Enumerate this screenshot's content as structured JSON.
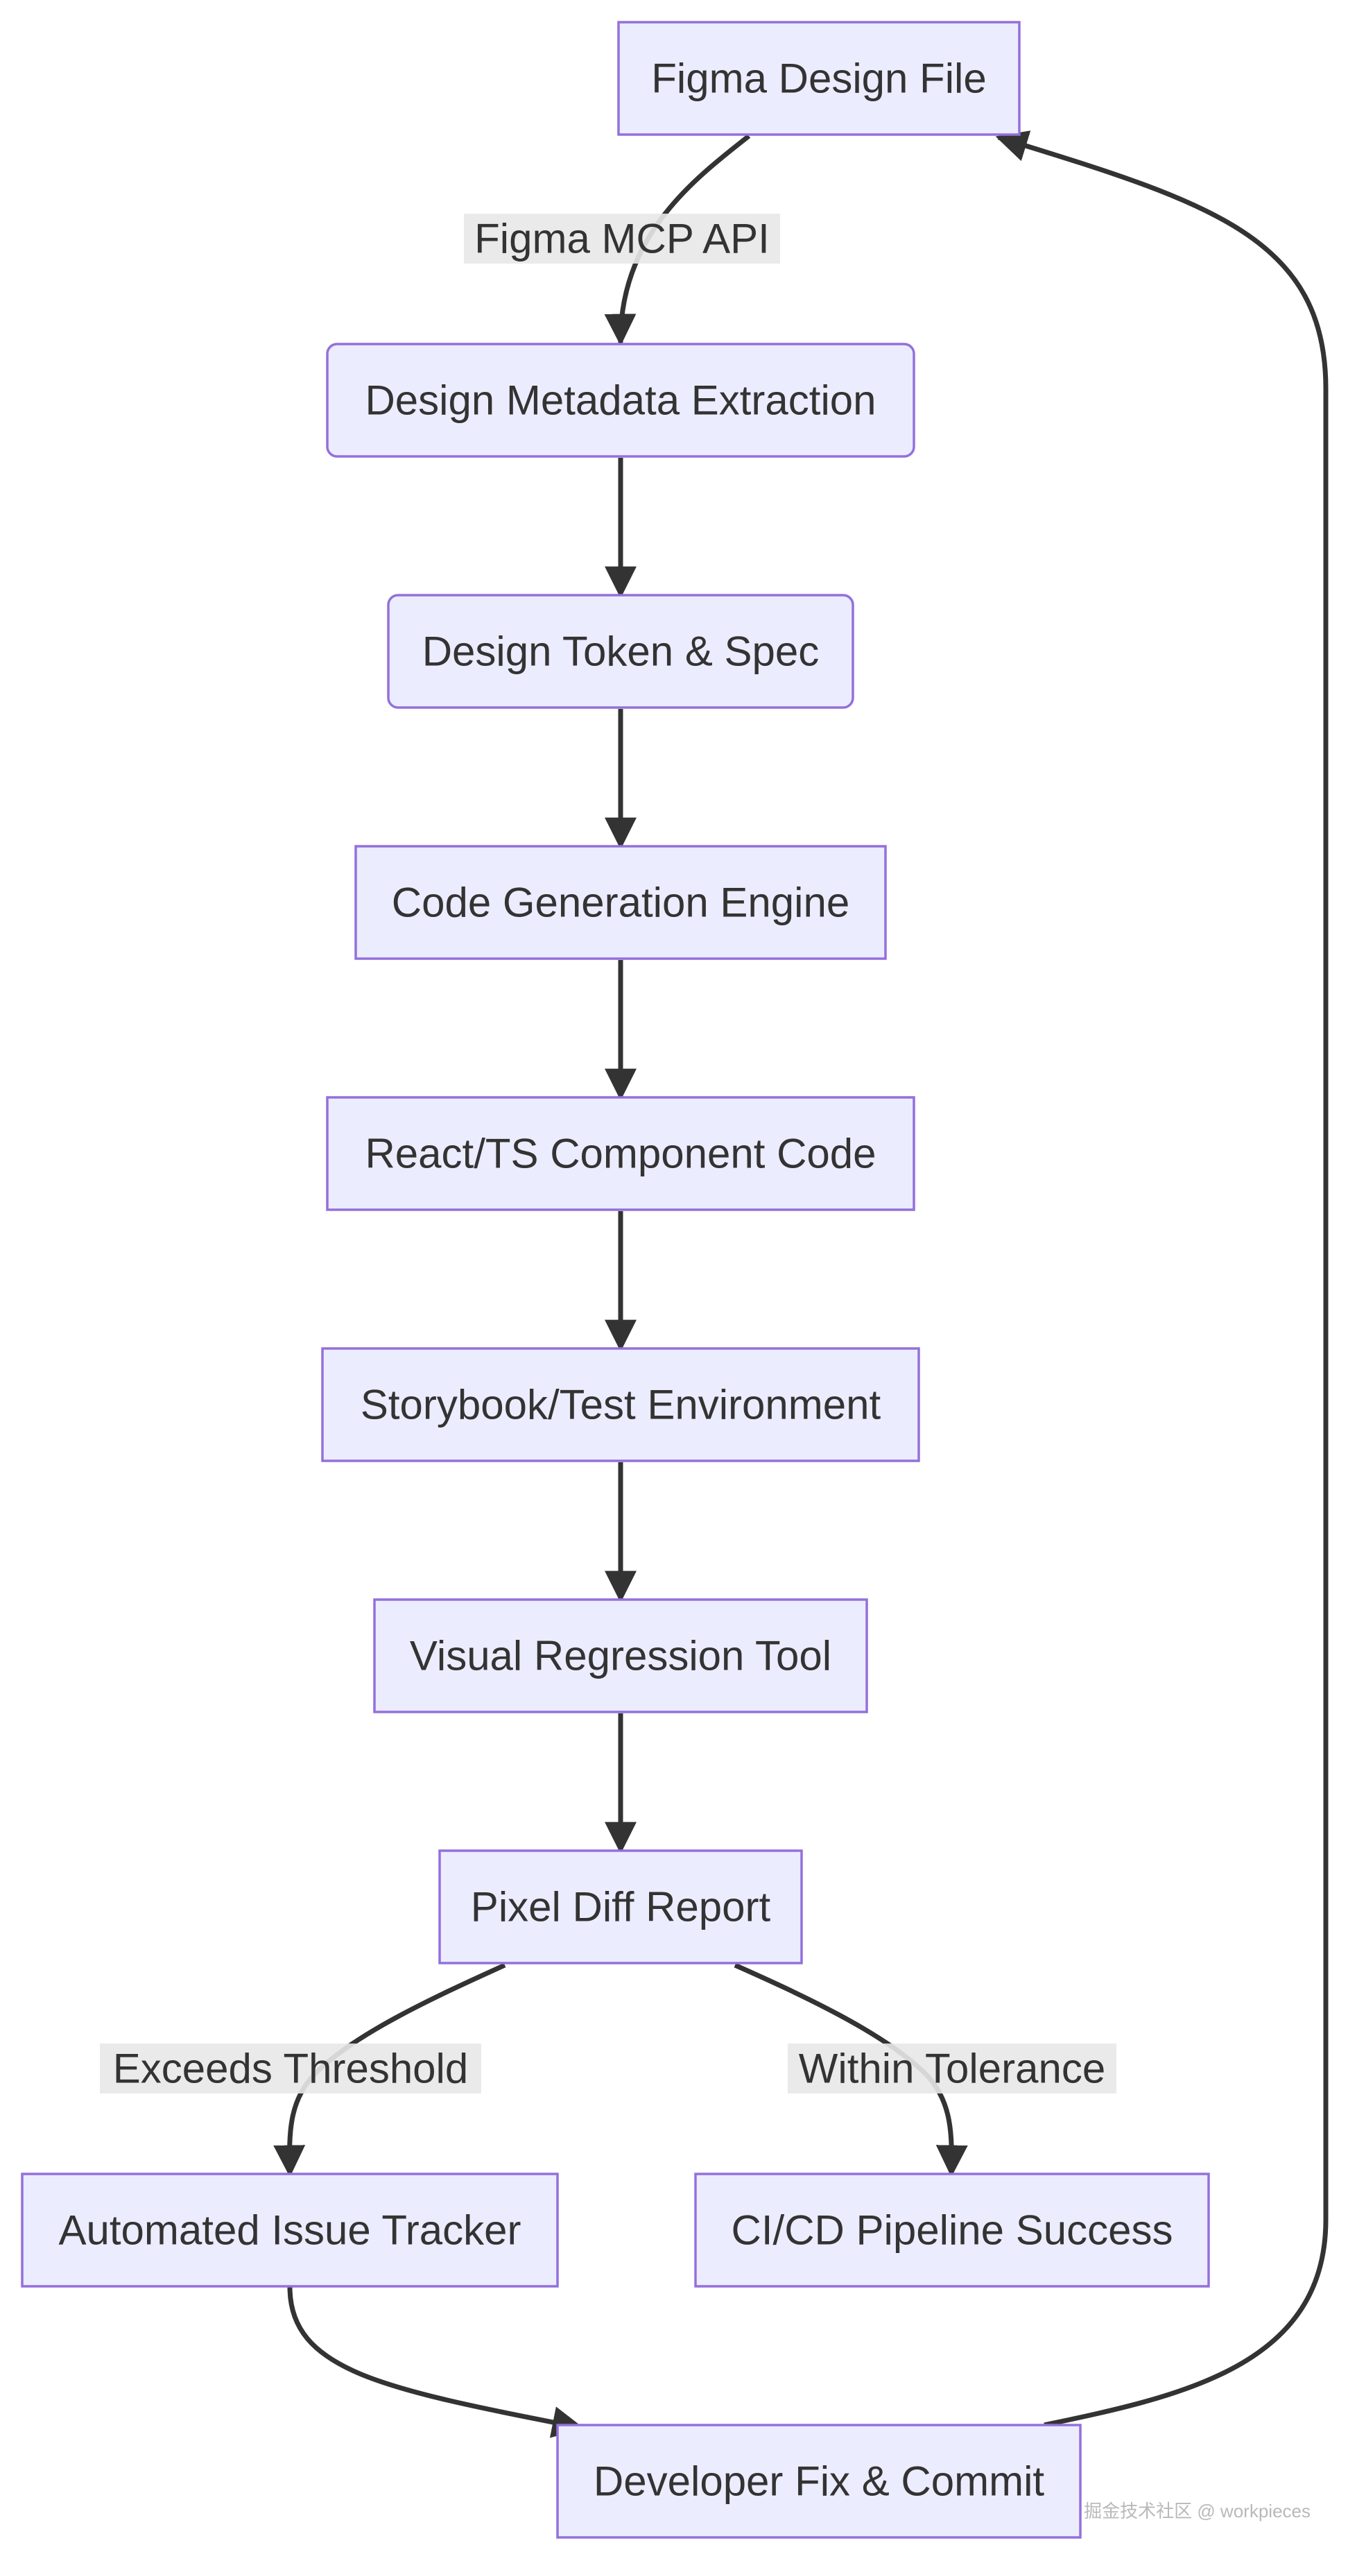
{
  "nodes": {
    "figma_design_file": {
      "label": "Figma Design File",
      "shape": "rect"
    },
    "design_metadata_extraction": {
      "label": "Design Metadata Extraction",
      "shape": "rounded"
    },
    "design_token_spec": {
      "label": "Design Token & Spec",
      "shape": "rounded"
    },
    "code_generation_engine": {
      "label": "Code Generation Engine",
      "shape": "rect"
    },
    "react_ts_component_code": {
      "label": "React/TS Component Code",
      "shape": "rect"
    },
    "storybook_test_environment": {
      "label": "Storybook/Test Environment",
      "shape": "rect"
    },
    "visual_regression_tool": {
      "label": "Visual Regression Tool",
      "shape": "rect"
    },
    "pixel_diff_report": {
      "label": "Pixel Diff Report",
      "shape": "rect"
    },
    "automated_issue_tracker": {
      "label": "Automated Issue Tracker",
      "shape": "rect"
    },
    "ci_cd_pipeline_success": {
      "label": "CI/CD Pipeline Success",
      "shape": "rect"
    },
    "developer_fix_commit": {
      "label": "Developer Fix & Commit",
      "shape": "rect"
    }
  },
  "edges": [
    {
      "from": "figma_design_file",
      "to": "design_metadata_extraction",
      "label": "Figma MCP API"
    },
    {
      "from": "design_metadata_extraction",
      "to": "design_token_spec",
      "label": ""
    },
    {
      "from": "design_token_spec",
      "to": "code_generation_engine",
      "label": ""
    },
    {
      "from": "code_generation_engine",
      "to": "react_ts_component_code",
      "label": ""
    },
    {
      "from": "react_ts_component_code",
      "to": "storybook_test_environment",
      "label": ""
    },
    {
      "from": "storybook_test_environment",
      "to": "visual_regression_tool",
      "label": ""
    },
    {
      "from": "visual_regression_tool",
      "to": "pixel_diff_report",
      "label": ""
    },
    {
      "from": "pixel_diff_report",
      "to": "automated_issue_tracker",
      "label": "Exceeds Threshold"
    },
    {
      "from": "pixel_diff_report",
      "to": "ci_cd_pipeline_success",
      "label": "Within Tolerance"
    },
    {
      "from": "automated_issue_tracker",
      "to": "developer_fix_commit",
      "label": ""
    },
    {
      "from": "developer_fix_commit",
      "to": "figma_design_file",
      "label": ""
    }
  ],
  "watermark": "掘金技术社区 @ workpieces",
  "colors": {
    "node_fill": "#ECECFF",
    "node_stroke": "#9370DB",
    "edge": "#333333",
    "text": "#333333",
    "edge_label_bg": "#E8E8E8"
  }
}
